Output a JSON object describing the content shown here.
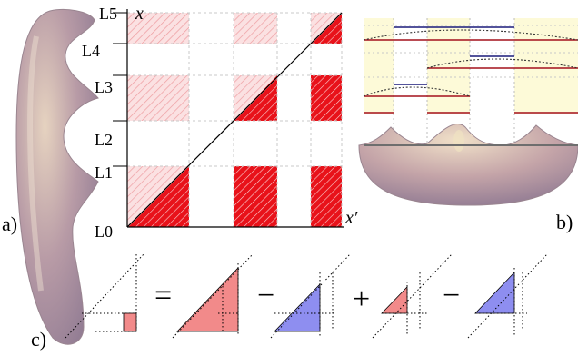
{
  "figure": {
    "panel_labels": {
      "a": "a)",
      "b": "b)",
      "c": "c)"
    },
    "level_labels": [
      "L0",
      "L1",
      "L2",
      "L3",
      "L4",
      "L5"
    ],
    "axis_labels": {
      "x": "x",
      "x_prime": "x′"
    },
    "equation_operators": [
      "=",
      "−",
      "+",
      "−"
    ],
    "colors": {
      "red_fill": "#e8121a",
      "red_light": "#f4b8ba",
      "pink_fill": "#f28a8a",
      "blue_fill": "#8e8ef0",
      "yellow_band": "#fdfad8",
      "torus": "#b59aa4",
      "dark_red_line": "#a3101c",
      "dark_blue_line": "#1a1a7a"
    }
  }
}
